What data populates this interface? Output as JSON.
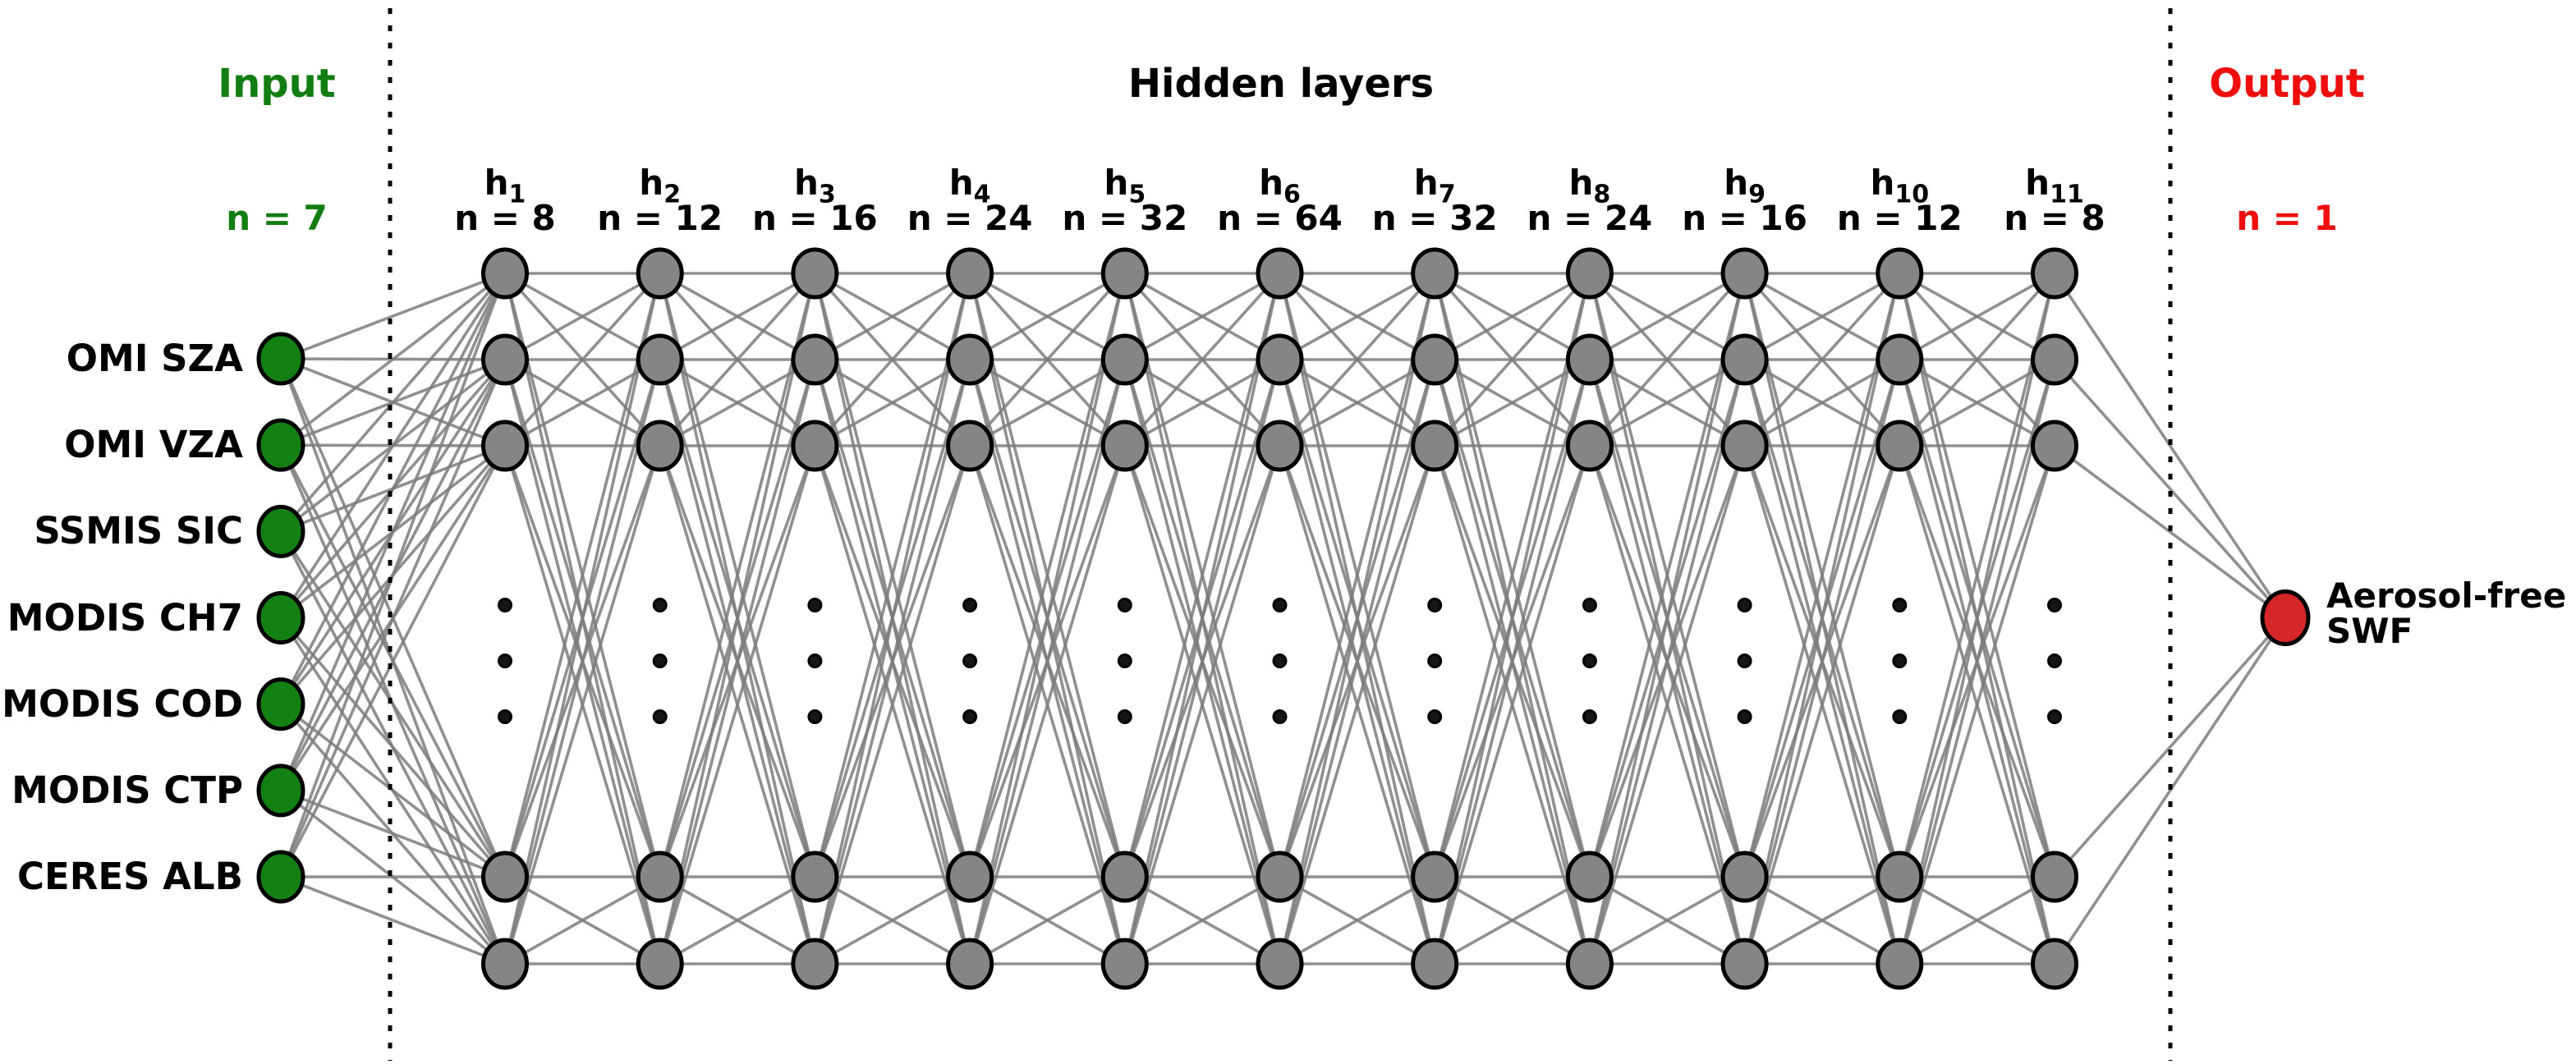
{
  "figure": {
    "input": {
      "title": "Input",
      "count": "n = 7",
      "labels": [
        "OMI SZA",
        "OMI VZA",
        "SSMIS SIC",
        "MODIS CH7",
        "MODIS COD",
        "MODIS CTP",
        "CERES ALB"
      ],
      "text_color": "#127d12",
      "node_color": "#128012"
    },
    "hidden": {
      "title": "Hidden layers",
      "text_color": "#000000",
      "node_color": "#858585",
      "layers": [
        {
          "name": "h",
          "sub": "1",
          "count": "n = 8",
          "n": 8
        },
        {
          "name": "h",
          "sub": "2",
          "count": "n = 12",
          "n": 12
        },
        {
          "name": "h",
          "sub": "3",
          "count": "n = 16",
          "n": 16
        },
        {
          "name": "h",
          "sub": "4",
          "count": "n = 24",
          "n": 24
        },
        {
          "name": "h",
          "sub": "5",
          "count": "n = 32",
          "n": 32
        },
        {
          "name": "h",
          "sub": "6",
          "count": "n = 64",
          "n": 64
        },
        {
          "name": "h",
          "sub": "7",
          "count": "n = 32",
          "n": 32
        },
        {
          "name": "h",
          "sub": "8",
          "count": "n = 24",
          "n": 24
        },
        {
          "name": "h",
          "sub": "9",
          "count": "n = 16",
          "n": 16
        },
        {
          "name": "h",
          "sub": "10",
          "count": "n = 12",
          "n": 12
        },
        {
          "name": "h",
          "sub": "11",
          "count": "n = 8",
          "n": 8
        }
      ]
    },
    "output": {
      "title": "Output",
      "count": "n = 1",
      "label_line1": "Aerosol-free",
      "label_line2": "SWF",
      "text_color": "#ee0e0e",
      "node_color": "#d62728",
      "label_color": "#000000"
    },
    "edge_color": "#7d7d7d",
    "separator_color": "#000000",
    "dot_color": "#161616"
  }
}
